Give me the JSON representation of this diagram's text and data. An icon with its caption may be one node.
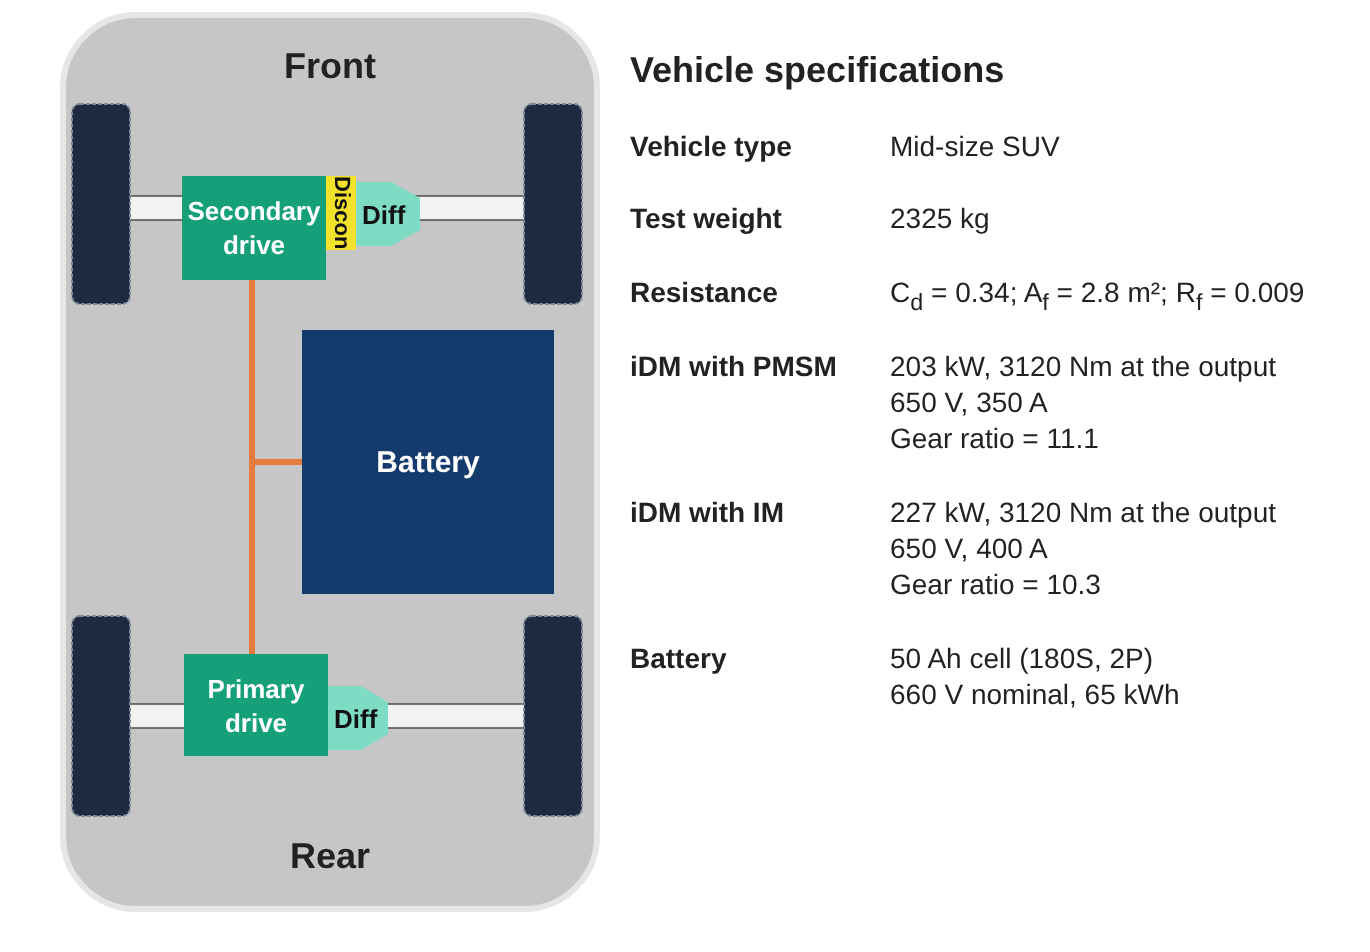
{
  "diagram": {
    "title": "Vehicle specifications",
    "nodes": [
      {
        "text": [
          "Front",
          "Rear"
        ]
      },
      {
        "text": [
          "Secondary drive"
        ],
        "in": 0
      },
      {
        "text": [
          "Discon"
        ],
        "in": 0
      },
      {
        "text": [
          "Diff"
        ],
        "in": 0
      },
      {
        "text": [
          "Battery"
        ],
        "in": 0
      },
      {
        "text": [
          "Primary drive"
        ],
        "in": 0
      },
      {
        "text": [
          "Diff"
        ],
        "in": 0
      }
    ],
    "edges": [
      {
        "from": 4,
        "to": 1,
        "arrow": "none"
      },
      {
        "from": 4,
        "to": 5,
        "arrow": "none"
      }
    ],
    "labels": [
      "Vehicle type",
      "Mid-size SUV",
      "Test weight",
      "2325 kg",
      "Resistance",
      "C$_{d}$ = 0.34; A$_{f}$ = 2.8 m²; R$_{f}$ = 0.009",
      "iDM with PMSM",
      "203 kW, 3120 Nm at the output",
      "650 V, 350 A",
      "Gear ratio = 11.1",
      "iDM with IM",
      "227 kW, 3120 Nm at the output",
      "650 V, 400 A",
      "Gear ratio = 10.3",
      "Battery",
      "50 Ah cell (180S, 2P)",
      "660 V nominal, 65 kWh"
    ]
  }
}
